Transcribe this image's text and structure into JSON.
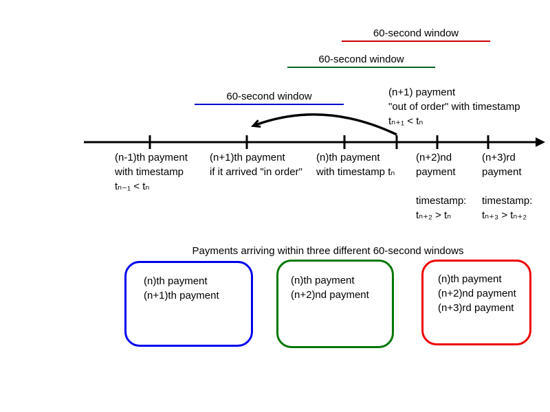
{
  "windows": [
    {
      "label": "60-second window",
      "color": "#cc0000"
    },
    {
      "label": "60-second window",
      "color": "#006622"
    },
    {
      "label": "60-second window",
      "color": "#0000cc"
    }
  ],
  "annotations": {
    "out_of_order": "(n+1) payment\n\"out of order\" with timestamp\ntₙ₊₁ < tₙ"
  },
  "timeline": {
    "ticks": [
      {
        "label": "(n-1)th payment\nwith timestamp\ntₙ₋₁ < tₙ"
      },
      {
        "label": "(n+1)th payment\nif it arrived \"in order\""
      },
      {
        "label": "(n)th payment\nwith timestamp tₙ"
      },
      {
        "label": "(n+2)nd\npayment\n\ntimestamp:\ntₙ₊₂ > tₙ"
      },
      {
        "label": "(n+3)rd\npayment\n\ntimestamp:\ntₙ₊₃ > tₙ₊₂"
      }
    ]
  },
  "legend": {
    "title": "Payments arriving within three different 60-second windows",
    "boxes": [
      {
        "color": "#0000ee",
        "contents": "(n)th payment\n(n+1)th payment"
      },
      {
        "color": "#007700",
        "contents": "(n)th payment\n(n+2)nd payment"
      },
      {
        "color": "#ee0000",
        "contents": "(n)th payment\n(n+2)nd payment\n(n+3)rd payment"
      }
    ]
  }
}
